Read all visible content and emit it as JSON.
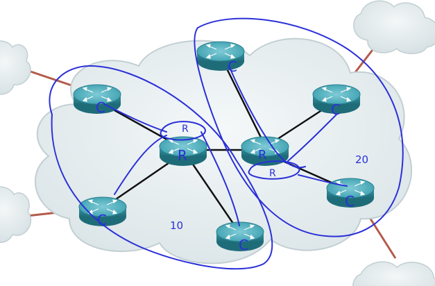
{
  "colors": {
    "background": "#ffffff",
    "cloud_fill": "#e7eef0",
    "cloud_stroke": "#c2cfd3",
    "link_dark": "#111111",
    "link_external": "#b35a4a",
    "router_top": "#4aa9b8",
    "router_side": "#2b7f8e",
    "ink": "#2a2fd8"
  },
  "icons": {
    "router": "router-icon",
    "cloud": "cloud-icon"
  },
  "router_labels": {
    "r_top": "C",
    "r_left_top": "C",
    "r_left_bottom": "C",
    "r_center_left": "R",
    "r_center": "R",
    "r_right_top": "C",
    "r_right_bottom": "C",
    "r_bottom_mid": "C"
  },
  "annotations": {
    "r_above_left_center": "R",
    "r_below_center": "R",
    "area_left": "10",
    "area_right": "20"
  }
}
